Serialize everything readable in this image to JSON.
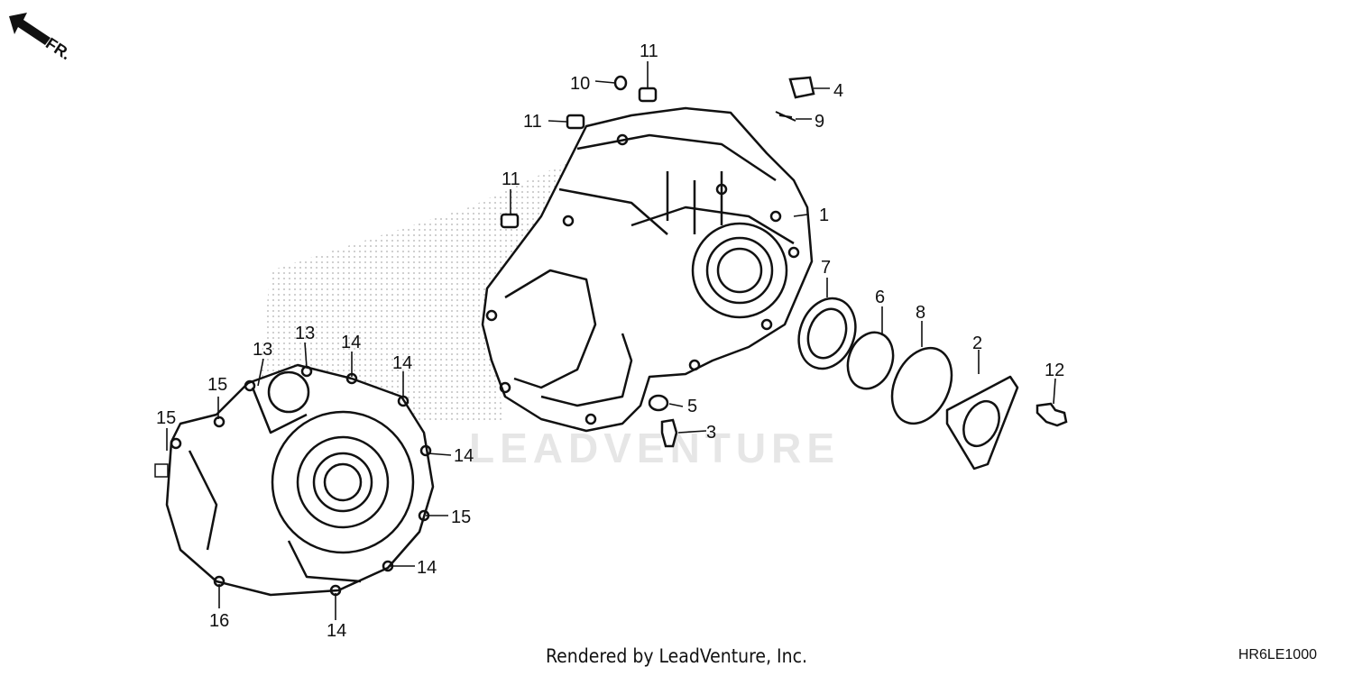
{
  "diagram": {
    "orientation_label": "FR.",
    "watermark": "LEADVENTURE",
    "footer_text": "Rendered by LeadVenture, Inc.",
    "diagram_code": "HR6LE1000",
    "callouts": [
      {
        "id": "c1",
        "label": "1"
      },
      {
        "id": "c2",
        "label": "2"
      },
      {
        "id": "c3",
        "label": "3"
      },
      {
        "id": "c4",
        "label": "4"
      },
      {
        "id": "c5",
        "label": "5"
      },
      {
        "id": "c6",
        "label": "6"
      },
      {
        "id": "c7",
        "label": "7"
      },
      {
        "id": "c8",
        "label": "8"
      },
      {
        "id": "c9",
        "label": "9"
      },
      {
        "id": "c10",
        "label": "10"
      },
      {
        "id": "c11a",
        "label": "11"
      },
      {
        "id": "c11b",
        "label": "11"
      },
      {
        "id": "c11c",
        "label": "11"
      },
      {
        "id": "c12",
        "label": "12"
      },
      {
        "id": "c13a",
        "label": "13"
      },
      {
        "id": "c13b",
        "label": "13"
      },
      {
        "id": "c14a",
        "label": "14"
      },
      {
        "id": "c14b",
        "label": "14"
      },
      {
        "id": "c14c",
        "label": "14"
      },
      {
        "id": "c14d",
        "label": "14"
      },
      {
        "id": "c14e",
        "label": "14"
      },
      {
        "id": "c15a",
        "label": "15"
      },
      {
        "id": "c15b",
        "label": "15"
      },
      {
        "id": "c15c",
        "label": "15"
      },
      {
        "id": "c16",
        "label": "16"
      }
    ]
  }
}
